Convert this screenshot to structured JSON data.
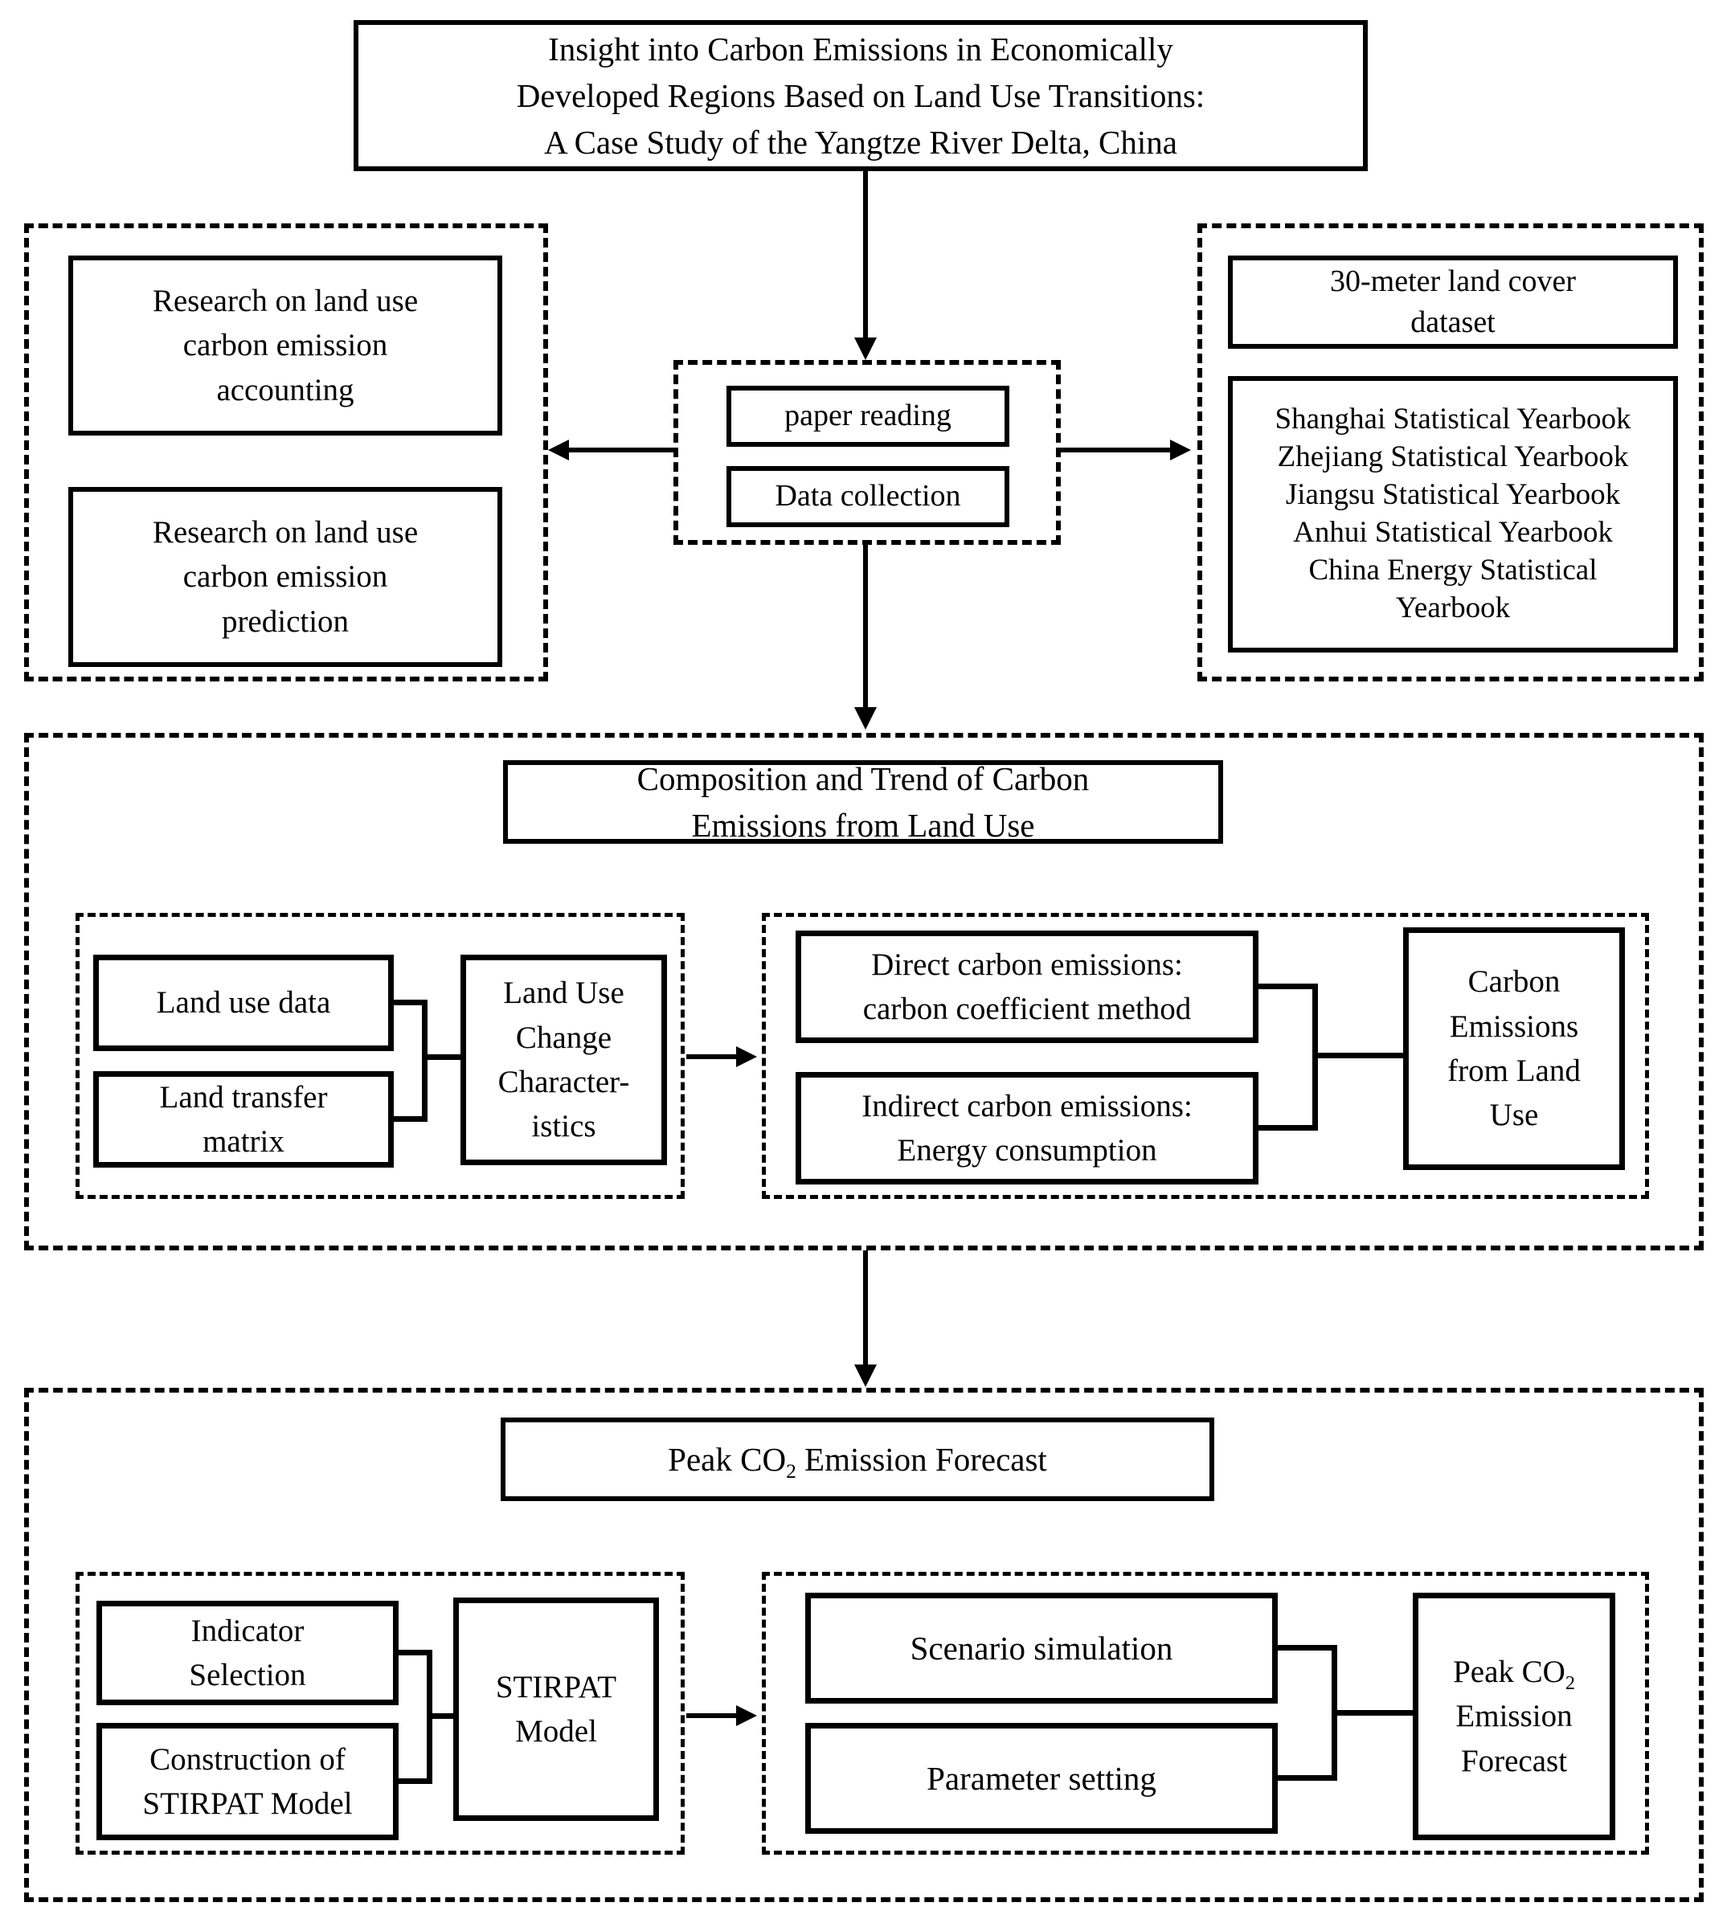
{
  "title_box": {
    "text": "Insight into Carbon Emissions in Economically\nDeveloped Regions Based on Land Use Transitions:\nA Case Study of the Yangtze River Delta, China"
  },
  "literature_panel": {
    "accounting": "Research on land use\ncarbon emission\naccounting",
    "prediction": "Research on land use\ncarbon emission\nprediction"
  },
  "method_panel": {
    "paper_reading": "paper reading",
    "data_collection": "Data collection"
  },
  "data_panel": {
    "land_cover": "30-meter land cover\ndataset",
    "yearbooks": [
      "Shanghai Statistical Yearbook",
      "Zhejiang Statistical Yearbook",
      "Jiangsu Statistical Yearbook",
      "Anhui Statistical Yearbook",
      "China Energy Statistical Yearbook"
    ]
  },
  "composition_section": {
    "header": "Composition and Trend of Carbon\nEmissions from Land Use",
    "land_use_data": "Land use data",
    "land_transfer_matrix": "Land transfer\nmatrix",
    "land_use_change": "Land Use\nChange\nCharacter-\nistics",
    "direct": "Direct carbon emissions:\ncarbon coefficient method",
    "indirect": "Indirect carbon emissions:\nEnergy consumption",
    "output": "Carbon\nEmissions\nfrom Land\nUse"
  },
  "forecast_section": {
    "header": {
      "pre": "Peak CO",
      "sub": "2",
      "post": " Emission Forecast"
    },
    "indicator": "Indicator\nSelection",
    "construction": "Construction of\nSTIRPAT Model",
    "stirpat": "STIRPAT\nModel",
    "scenario": "Scenario simulation",
    "parameter": "Parameter setting",
    "output": {
      "pre": "Peak CO",
      "sub": "2",
      "rest": "\nEmission\nForecast"
    }
  },
  "colors": {
    "ink": "#000000",
    "background": "#ffffff"
  }
}
